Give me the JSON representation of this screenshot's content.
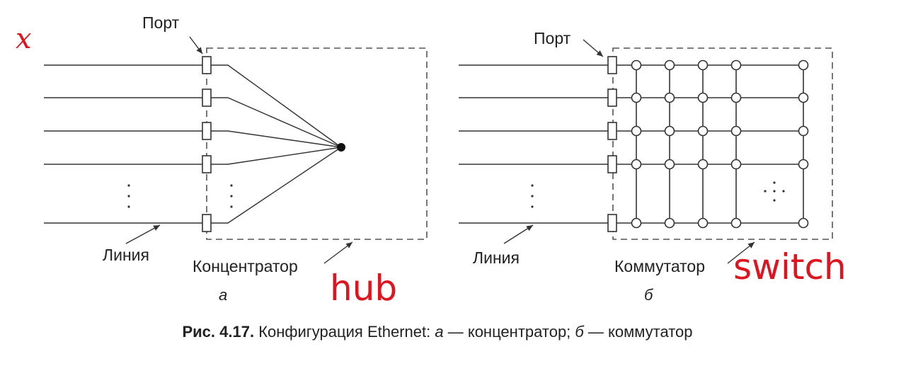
{
  "figure_a": {
    "port_label": "Порт",
    "line_label": "Линия",
    "device_label": "Концентратор",
    "sublabel": "а"
  },
  "figure_b": {
    "port_label": "Порт",
    "line_label": "Линия",
    "device_label": "Коммутатор",
    "sublabel": "б"
  },
  "caption": {
    "number": "Рис. 4.17.",
    "text": " Конфигурация Ethernet: ",
    "a_letter": "а",
    "a_text": " — концентратор; ",
    "b_letter": "б",
    "b_text": " — коммутатор"
  },
  "handwritten": {
    "hub": "hub",
    "switch": "switch",
    "corner_mark": "x"
  },
  "colors": {
    "ink": "#333333",
    "handwriting": "#e0141e"
  }
}
